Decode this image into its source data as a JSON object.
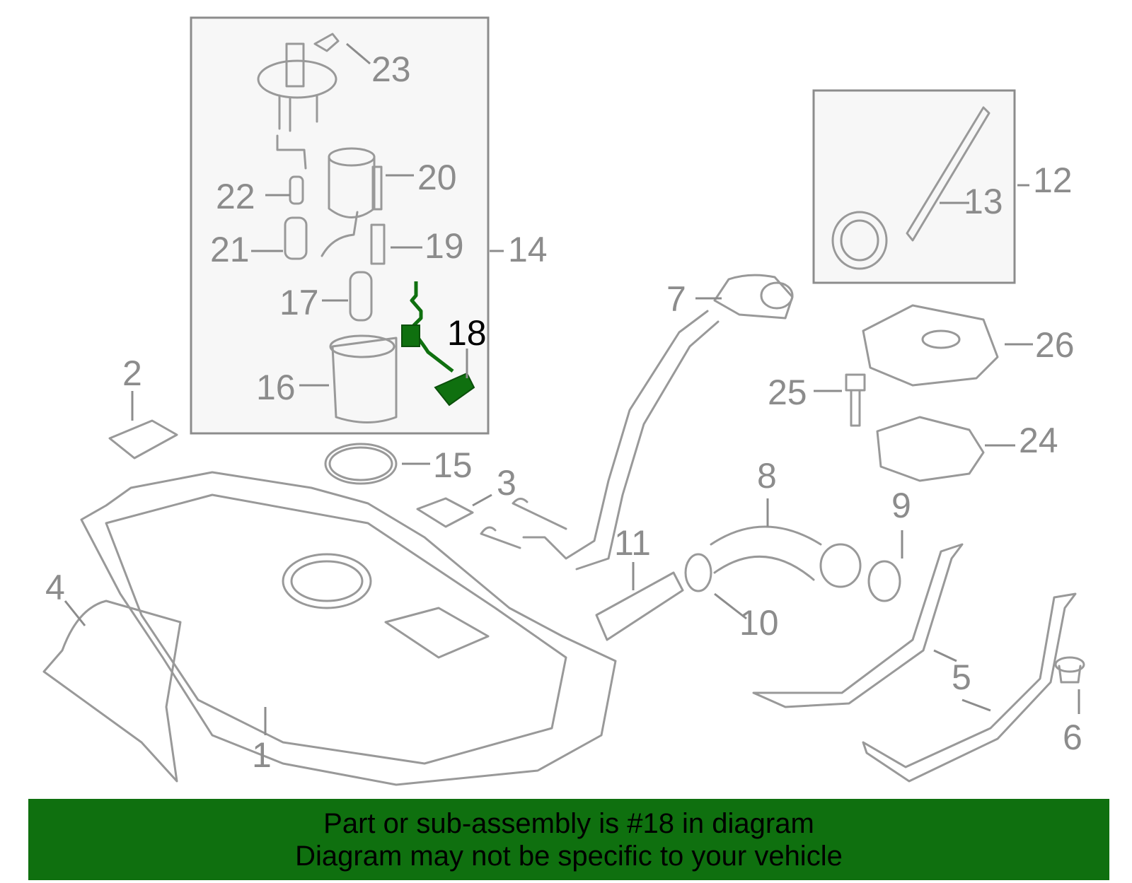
{
  "diagram": {
    "callouts": {
      "c1": "1",
      "c2": "2",
      "c3": "3",
      "c4": "4",
      "c5": "5",
      "c6": "6",
      "c7": "7",
      "c8": "8",
      "c9": "9",
      "c10": "10",
      "c11": "11",
      "c12": "12",
      "c13": "13",
      "c14": "14",
      "c15": "15",
      "c16": "16",
      "c17": "17",
      "c18": "18",
      "c19": "19",
      "c20": "20",
      "c21": "21",
      "c22": "22",
      "c23": "23",
      "c24": "24",
      "c25": "25",
      "c26": "26"
    },
    "highlighted_part": "18",
    "colors": {
      "highlight": "#0f700f",
      "line": "#999999",
      "callout": "#8c8c8c",
      "box_fill": "#f7f7f7"
    }
  },
  "banner": {
    "line1": "Part or sub-assembly is #18 in diagram",
    "line2": "Diagram may not be specific to your vehicle",
    "background": "#0f700f"
  }
}
